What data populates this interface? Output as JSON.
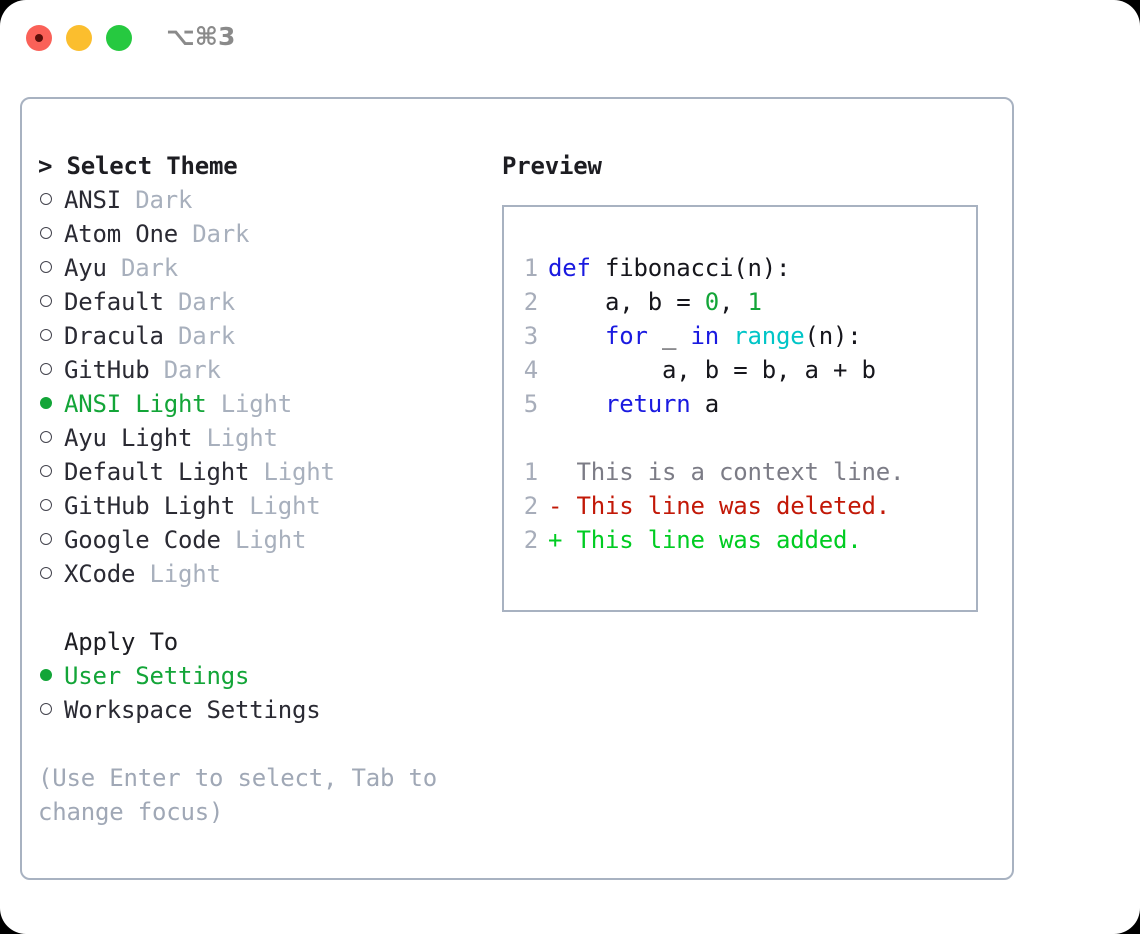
{
  "window": {
    "shortcut": "⌥⌘3",
    "traffic_lights": [
      {
        "name": "close",
        "color": "#fa6158"
      },
      {
        "name": "minimize",
        "color": "#fbbe2e"
      },
      {
        "name": "maximize",
        "color": "#26c940"
      }
    ]
  },
  "theme_section": {
    "caret": ">",
    "title": "Select Theme",
    "focused": true,
    "marker_selected": "●",
    "marker_unselected": "○",
    "items": [
      {
        "label": "ANSI",
        "suffix": "Dark",
        "selected": false
      },
      {
        "label": "Atom One",
        "suffix": "Dark",
        "selected": false
      },
      {
        "label": "Ayu",
        "suffix": "Dark",
        "selected": false
      },
      {
        "label": "Default",
        "suffix": "Dark",
        "selected": false
      },
      {
        "label": "Dracula",
        "suffix": "Dark",
        "selected": false
      },
      {
        "label": "GitHub",
        "suffix": "Dark",
        "selected": false
      },
      {
        "label": "ANSI Light",
        "suffix": "Light",
        "selected": true
      },
      {
        "label": "Ayu Light",
        "suffix": "Light",
        "selected": false
      },
      {
        "label": "Default Light",
        "suffix": "Light",
        "selected": false
      },
      {
        "label": "GitHub Light",
        "suffix": "Light",
        "selected": false
      },
      {
        "label": "Google Code",
        "suffix": "Light",
        "selected": false
      },
      {
        "label": "XCode",
        "suffix": "Light",
        "selected": false
      }
    ]
  },
  "apply_section": {
    "title": "Apply To",
    "focused": false,
    "items": [
      {
        "label": "User Settings",
        "selected": true
      },
      {
        "label": "Workspace Settings",
        "selected": false
      }
    ]
  },
  "hint": "(Use Enter to select, Tab to change focus)",
  "preview": {
    "title": "Preview",
    "code_lines": [
      {
        "num": "1",
        "tokens": [
          {
            "t": "def ",
            "c": "kw"
          },
          {
            "t": "fibonacci(n):",
            "c": "plain"
          }
        ]
      },
      {
        "num": "2",
        "tokens": [
          {
            "t": "    a, b = ",
            "c": "plain"
          },
          {
            "t": "0",
            "c": "num"
          },
          {
            "t": ", ",
            "c": "plain"
          },
          {
            "t": "1",
            "c": "num"
          }
        ]
      },
      {
        "num": "3",
        "tokens": [
          {
            "t": "    ",
            "c": "plain"
          },
          {
            "t": "for",
            "c": "kw"
          },
          {
            "t": " _ ",
            "c": "plain"
          },
          {
            "t": "in",
            "c": "kw"
          },
          {
            "t": " ",
            "c": "plain"
          },
          {
            "t": "range",
            "c": "fn"
          },
          {
            "t": "(n):",
            "c": "plain"
          }
        ]
      },
      {
        "num": "4",
        "tokens": [
          {
            "t": "        a, b = b, a + b",
            "c": "plain"
          }
        ]
      },
      {
        "num": "5",
        "tokens": [
          {
            "t": "    ",
            "c": "plain"
          },
          {
            "t": "return",
            "c": "kw"
          },
          {
            "t": " a",
            "c": "plain"
          }
        ]
      }
    ],
    "diff_lines": [
      {
        "num": "1",
        "sign": "  ",
        "text": "This is a context line.",
        "kind": "ctx"
      },
      {
        "num": "2",
        "sign": "- ",
        "text": "This line was deleted.",
        "kind": "del"
      },
      {
        "num": "2",
        "sign": "+ ",
        "text": "This line was added.",
        "kind": "add"
      }
    ]
  },
  "colors": {
    "accent_green": "#13a538",
    "muted": "#a8b0bd",
    "border": "#a8b2c1",
    "keyword": "#1a1ae0",
    "number": "#13a538",
    "builtin": "#00c5c7",
    "diff_delete": "#c21807",
    "diff_add": "#00cc22"
  }
}
